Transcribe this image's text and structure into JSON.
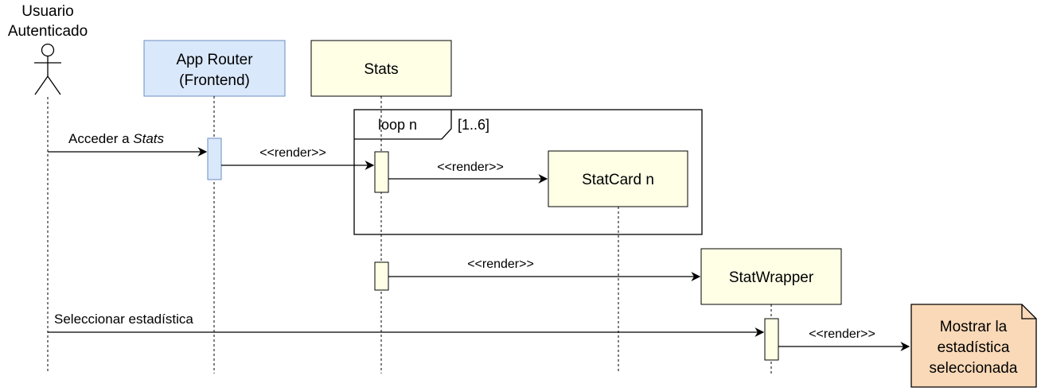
{
  "actor": {
    "line1": "Usuario",
    "line2": "Autenticado"
  },
  "participants": {
    "router": {
      "line1": "App Router",
      "line2": "(Frontend)",
      "fill": "#dae8fc",
      "stroke": "#6c8ebf"
    },
    "stats": {
      "label": "Stats",
      "fill": "#ffffe6",
      "stroke": "#000000"
    },
    "statcard": {
      "label": "StatCard n",
      "fill": "#ffffe6",
      "stroke": "#000000"
    },
    "statwrapper": {
      "label": "StatWrapper",
      "fill": "#ffffe6",
      "stroke": "#000000"
    }
  },
  "loop": {
    "label": "loop n",
    "guard": "[1..6]"
  },
  "messages": {
    "access_prefix": "Acceder a ",
    "access_target": "Stats",
    "render1": "<<render>>",
    "render2": "<<render>>",
    "render3": "<<render>>",
    "select": "Seleccionar estadística",
    "render4": "<<render>>"
  },
  "note": {
    "line1": "Mostrar la",
    "line2": "estadística",
    "line3": "seleccionada",
    "fill": "#fad9b8",
    "stroke": "#000000"
  },
  "colors": {
    "activation_router": "#dae8fc",
    "activation_default": "#ffffe6"
  }
}
